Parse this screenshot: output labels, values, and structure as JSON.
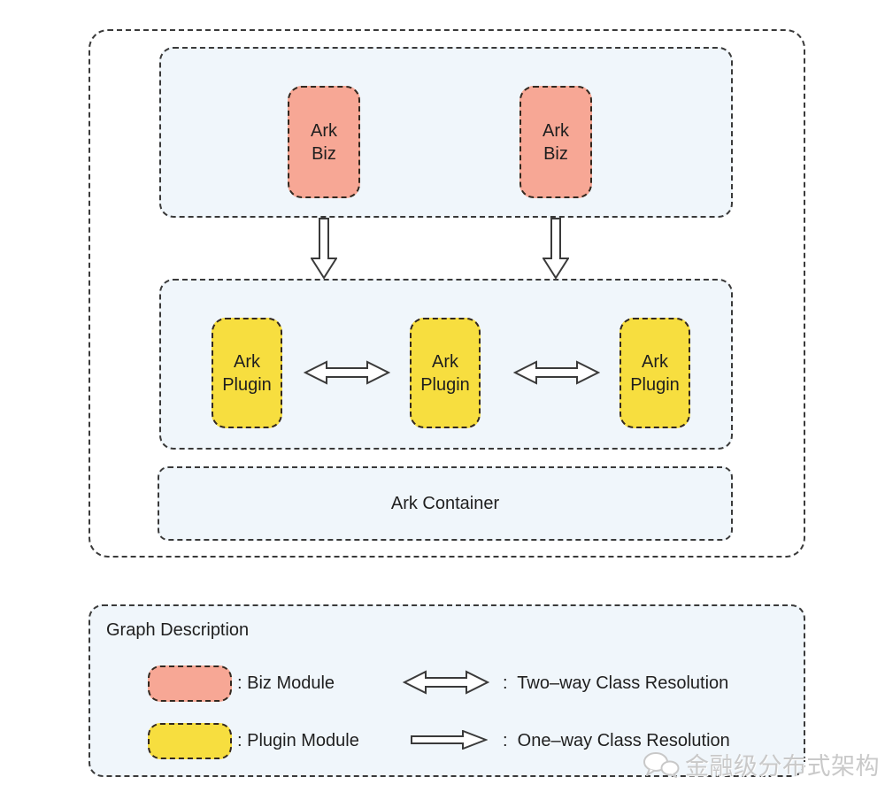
{
  "colors": {
    "biz_module": "#F7A795",
    "plugin_module": "#F7DE3F",
    "panel_background": "#F0F6FB",
    "border": "#3A3A3A",
    "watermark_gray": "#C9C9C9"
  },
  "diagram": {
    "biz_boxes": [
      "Ark\nBiz",
      "Ark\nBiz"
    ],
    "plugin_boxes": [
      "Ark\nPlugin",
      "Ark\nPlugin",
      "Ark\nPlugin"
    ],
    "container_label": "Ark Container"
  },
  "legend": {
    "title": "Graph Description",
    "rows": [
      {
        "swatch_label": ": Biz Module",
        "arrow_label": ":  Two–way Class Resolution"
      },
      {
        "swatch_label": ": Plugin Module",
        "arrow_label": ":  One–way Class Resolution"
      }
    ]
  },
  "watermark": {
    "text": "金融级分布式架构"
  }
}
